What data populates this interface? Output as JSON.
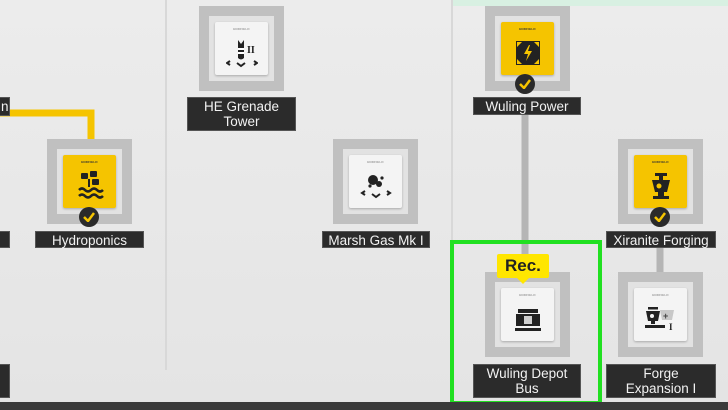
{
  "colors": {
    "unlocked_card": "#f5c400",
    "locked_card": "#f4f4f4",
    "connector_unlocked": "#f5c400",
    "connector_locked": "#b5b5b5",
    "label_bg": "#2b2b2b",
    "rec_badge": "#ffe600",
    "highlight": "#21e021"
  },
  "tech_tree": {
    "partial_left_label": "n",
    "nodes": [
      {
        "id": "hydroponics",
        "label": "Hydroponics",
        "state": "unlocked",
        "icon": "hydroponics-plant-icon",
        "checked": true
      },
      {
        "id": "he-grenade-tower",
        "label": "HE Grenade Tower",
        "label_lines": [
          "HE Grenade",
          "Tower"
        ],
        "state": "locked",
        "icon": "grenade-tower-icon",
        "checked": false
      },
      {
        "id": "marsh-gas-mk1",
        "label": "Marsh Gas Mk I",
        "state": "locked",
        "icon": "marsh-gas-icon",
        "checked": false
      },
      {
        "id": "wuling-power",
        "label": "Wuling Power",
        "state": "unlocked",
        "icon": "lightning-power-icon",
        "checked": true
      },
      {
        "id": "wuling-depot-bus",
        "label": "Wuling Depot Bus",
        "label_lines": [
          "Wuling Depot",
          "Bus"
        ],
        "state": "locked",
        "icon": "depot-bus-icon",
        "checked": false,
        "badge": "Rec.",
        "highlighted": true
      },
      {
        "id": "xiranite-forging",
        "label": "Xiranite Forging",
        "state": "unlocked",
        "icon": "forge-icon",
        "checked": true
      },
      {
        "id": "forge-expansion-1",
        "label": "Forge Expansion I",
        "label_lines": [
          "Forge",
          "Expansion I"
        ],
        "state": "locked",
        "icon": "forge-expansion-icon",
        "checked": false
      }
    ]
  }
}
